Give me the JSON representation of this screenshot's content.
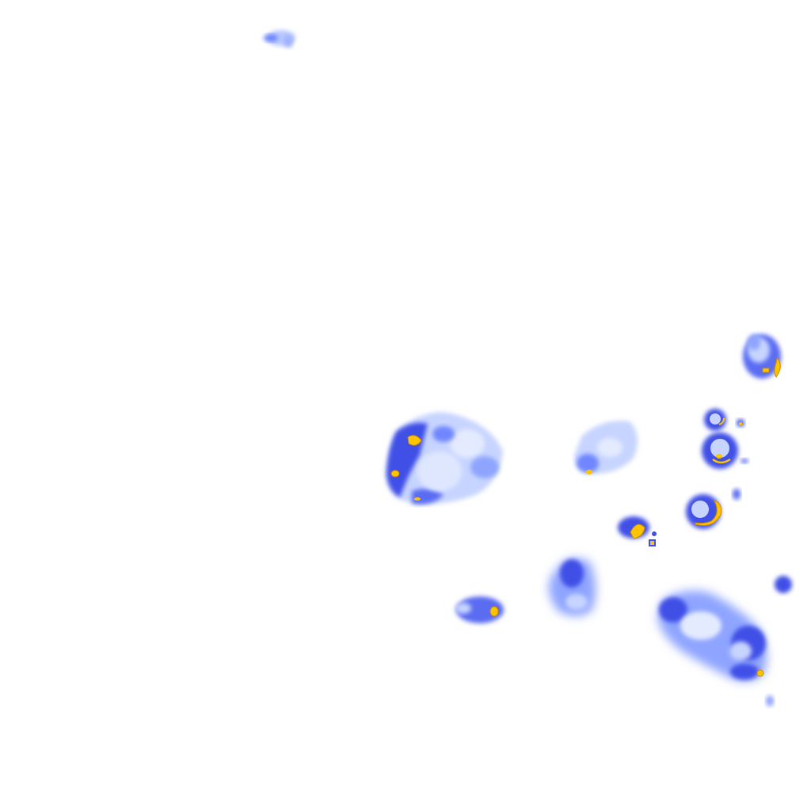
{
  "map": {
    "layer": "precipitation-radar-reflectivity",
    "background_color": "#ffffff",
    "palette": {
      "very_light": "#c7d4ff",
      "light": "#8ea4ff",
      "medium": "#5a6cf2",
      "heavy": "#2f3ee0",
      "intense_core": "#ffc400",
      "core_outline": "#cc8a00"
    },
    "cells": [
      {
        "id": "cell-northwest",
        "intensity": "light"
      },
      {
        "id": "cell-east-north",
        "intensity": "intense"
      },
      {
        "id": "cell-central-large",
        "intensity": "intense"
      },
      {
        "id": "cell-central-east",
        "intensity": "moderate"
      },
      {
        "id": "cell-east-small-1",
        "intensity": "intense"
      },
      {
        "id": "cell-east-small-2",
        "intensity": "intense"
      },
      {
        "id": "cell-east-crescent",
        "intensity": "intense"
      },
      {
        "id": "cell-east-tiny",
        "intensity": "intense"
      },
      {
        "id": "cell-south-central",
        "intensity": "moderate"
      },
      {
        "id": "cell-south-west",
        "intensity": "intense"
      },
      {
        "id": "cell-southeast-large",
        "intensity": "intense"
      },
      {
        "id": "cell-southeast-small",
        "intensity": "moderate"
      }
    ]
  }
}
